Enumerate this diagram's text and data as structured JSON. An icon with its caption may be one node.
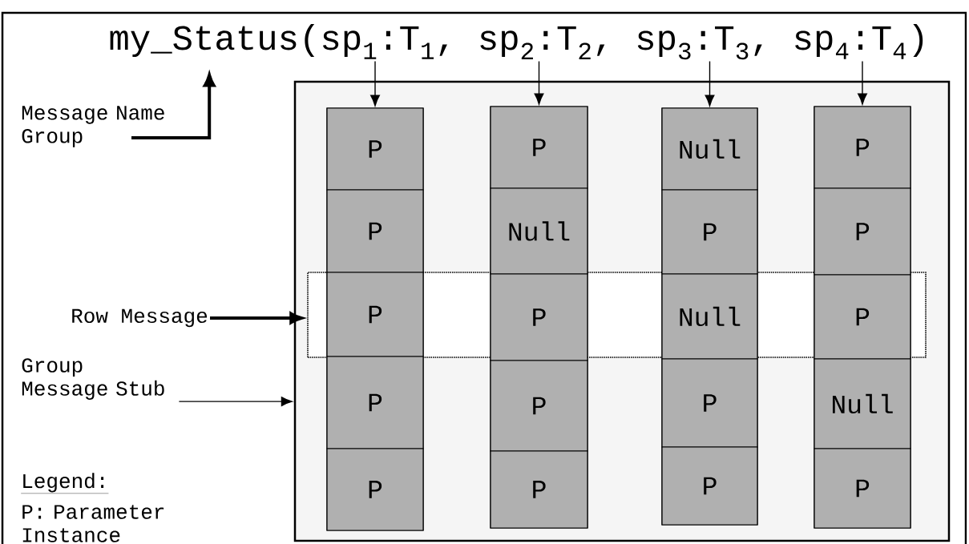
{
  "diagram": {
    "nodes": [
      {
        "text": [
          "my_Status(sp$_{1}$:T$_{1}$, sp$_{2}$:T$_{2}$, sp$_{3}$:T$_{3}$, sp$_{4}$:T$_{4}$)"
        ]
      },
      {
        "text": [
          "Message Name Group"
        ]
      },
      {
        "text": [],
        "shape": "box"
      },
      {
        "text": [],
        "shape": "box",
        "in": 2
      },
      {
        "text": [
          "P"
        ],
        "in": 3
      },
      {
        "text": [
          "P"
        ],
        "in": 3
      },
      {
        "text": [
          "P"
        ]
      },
      {
        "text": [
          "P"
        ],
        "in": 3
      },
      {
        "text": [
          "P"
        ],
        "in": 3
      },
      {
        "text": [],
        "shape": "box",
        "in": 2
      },
      {
        "text": [
          "P"
        ],
        "in": 9
      },
      {
        "text": [
          "Null"
        ],
        "in": 9
      },
      {
        "text": [
          "P"
        ]
      },
      {
        "text": [
          "P"
        ],
        "in": 9
      },
      {
        "text": [
          "P"
        ],
        "in": 9
      },
      {
        "text": [],
        "shape": "box",
        "in": 2
      },
      {
        "text": [
          "Null"
        ],
        "in": 15
      },
      {
        "text": [
          "P"
        ],
        "in": 15
      },
      {
        "text": [
          "Null"
        ]
      },
      {
        "text": [
          "P"
        ],
        "in": 15
      },
      {
        "text": [
          "P"
        ],
        "in": 15
      },
      {
        "text": [],
        "shape": "box",
        "in": 2
      },
      {
        "text": [
          "P"
        ],
        "in": 21
      },
      {
        "text": [
          "P"
        ],
        "in": 21
      },
      {
        "text": [
          "P"
        ]
      },
      {
        "text": [
          "Null"
        ],
        "in": 21
      },
      {
        "text": [
          "P"
        ],
        "in": 21
      },
      {
        "text": [],
        "shape": "box",
        "in": 2
      },
      {
        "text": [
          "Row Message"
        ]
      },
      {
        "text": [
          "Group Message Stub"
        ]
      }
    ],
    "edges": [
      {
        "from": 0,
        "to": 3,
        "arrow": "to"
      },
      {
        "from": 0,
        "to": 9,
        "arrow": "to"
      },
      {
        "from": 0,
        "to": 15,
        "arrow": "to"
      },
      {
        "from": 0,
        "to": 21,
        "arrow": "to"
      },
      {
        "from": 1,
        "to": 0,
        "arrow": "to",
        "style": "thick"
      },
      {
        "from": 28,
        "to": 27,
        "arrow": "to",
        "style": "thick"
      },
      {
        "from": 29,
        "to": 2,
        "arrow": "to"
      }
    ],
    "labels": [
      "Legend:",
      "P: Parameter Instance"
    ]
  }
}
